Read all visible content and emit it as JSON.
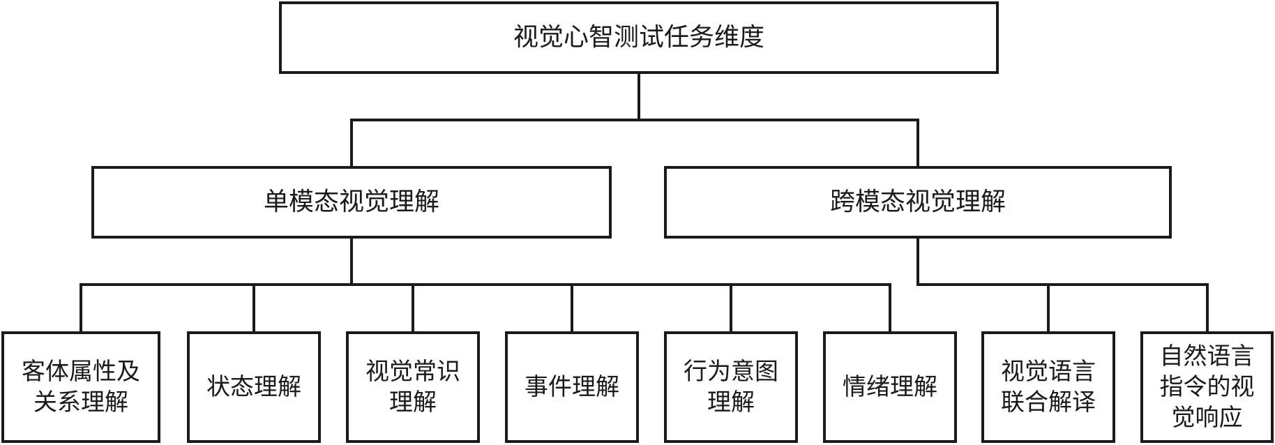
{
  "root": {
    "label": "视觉心智测试任务维度"
  },
  "branches": [
    {
      "label": "单模态视觉理解",
      "children": [
        "客体属性及\n关系理解",
        "状态理解",
        "视觉常识\n理解",
        "事件理解",
        "行为意图\n理解",
        "情绪理解"
      ]
    },
    {
      "label": "跨模态视觉理解",
      "children": [
        "视觉语言\n联合解译",
        "自然语言\n指令的视\n觉响应"
      ]
    }
  ]
}
